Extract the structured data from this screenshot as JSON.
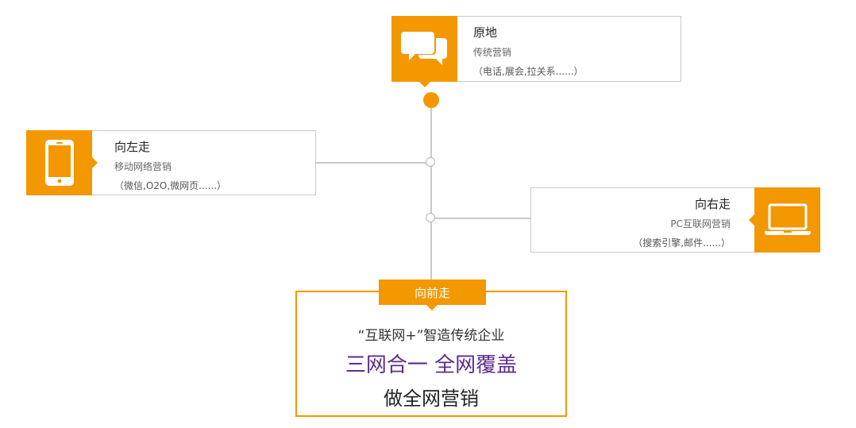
{
  "top": {
    "title": "原地",
    "subtitle": "传统营销",
    "note": "（电话,展会,拉关系......）",
    "icon": "chat-bubbles-icon"
  },
  "left": {
    "title": "向左走",
    "subtitle": "移动网络营销",
    "note": "（微信,O2O,微网页......）",
    "icon": "mobile-phone-icon"
  },
  "right": {
    "title": "向右走",
    "subtitle": "PC互联网营销",
    "note": "（搜索引擎,邮件......）",
    "icon": "laptop-icon"
  },
  "bottom": {
    "tab": "向前走",
    "line1": "“互联网+”智造传统企业",
    "line2": "三网合一 全网覆盖",
    "line3": "做全网营销"
  },
  "colors": {
    "accent": "#f39800",
    "highlight": "#5b2d8e",
    "border": "#c9c9c9"
  }
}
